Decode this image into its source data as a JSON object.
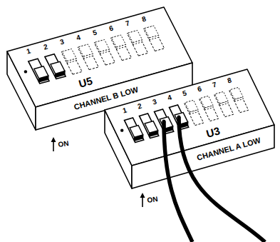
{
  "diagram": {
    "labels": [
      "1",
      "2",
      "3",
      "4",
      "5",
      "6",
      "7",
      "8",
      "U5",
      "CHANNEL B LOW",
      "ON",
      "1",
      "2",
      "3",
      "4",
      "5",
      "6",
      "7",
      "8",
      "U3",
      "CHANNEL A LOW",
      "ON"
    ]
  }
}
